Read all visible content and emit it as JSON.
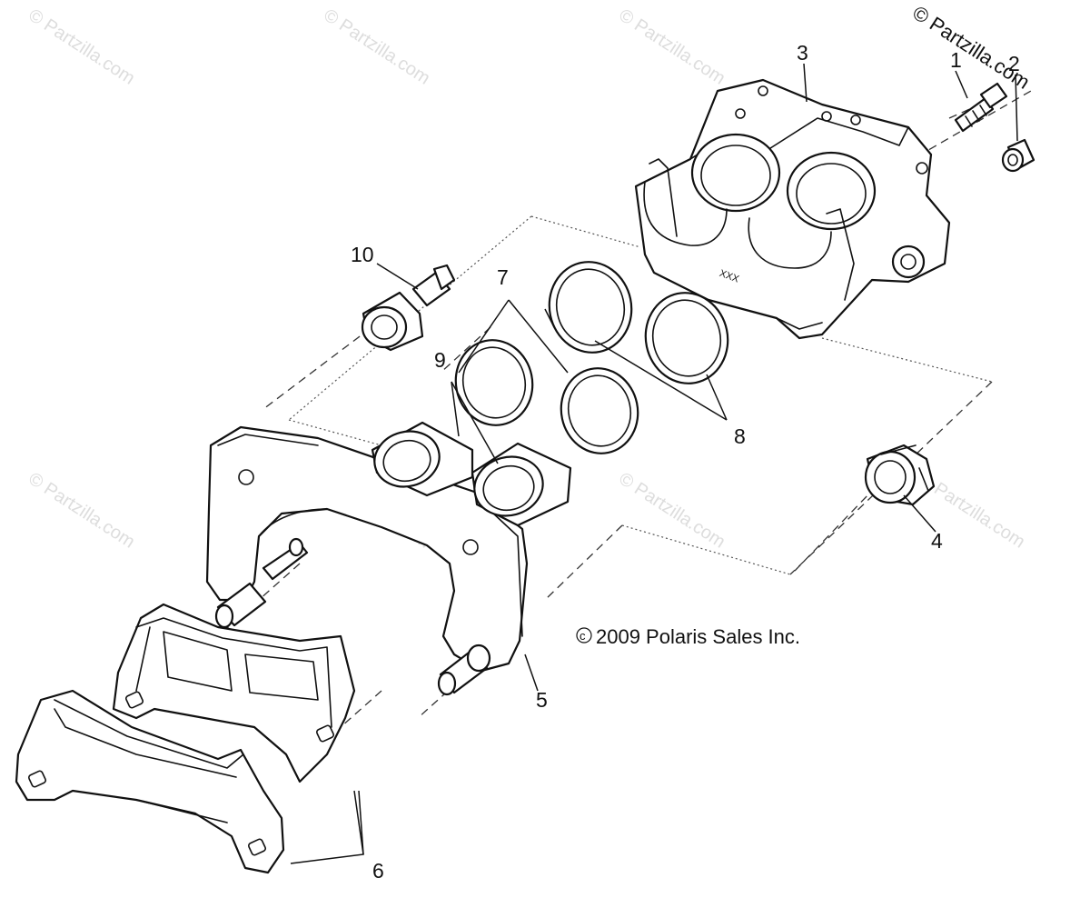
{
  "watermark": {
    "corner_text": "© Partzilla.com",
    "tile_text": "© Partzilla.com"
  },
  "copyright": "2009 Polaris Sales Inc.",
  "copyright_symbol": "c",
  "callouts": {
    "c1": "1",
    "c2": "2",
    "c3": "3",
    "c4": "4",
    "c5": "5",
    "c6": "6",
    "c7": "7",
    "c8": "8",
    "c9": "9",
    "c10": "10"
  },
  "part_stamp": "XXX"
}
